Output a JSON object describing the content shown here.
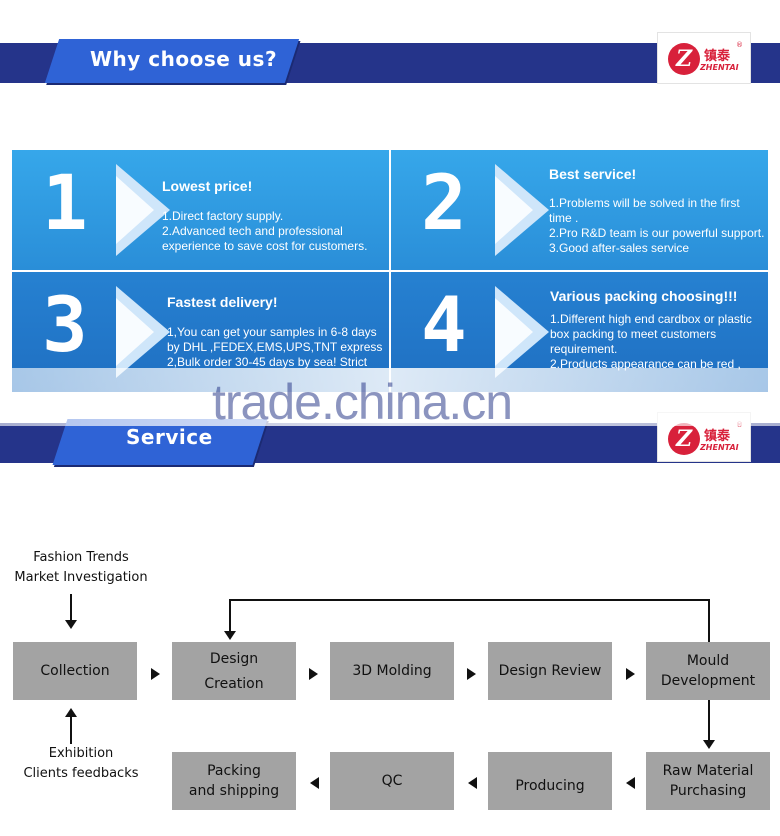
{
  "brand": {
    "logo_letter": "Z",
    "logo_cn": "镇泰",
    "logo_en": "ZHENTAI",
    "reg_mark": "®"
  },
  "section1": {
    "title": "Why choose us?"
  },
  "cards": [
    {
      "number": "1",
      "title": "Lowest  price!",
      "lines": [
        "1.Direct factory supply.",
        "2.Advanced tech and professional",
        "experience to save cost for customers."
      ]
    },
    {
      "number": "2",
      "title": "Best service!",
      "lines": [
        "1.Problems will be solved  in the first",
        "time .",
        "2.Pro R&D team is our powerful support.",
        "3.Good after-sales service"
      ]
    },
    {
      "number": "3",
      "title": "Fastest delivery!",
      "lines": [
        "1,You can get your samples in 6-8 days",
        "by DHL ,FEDEX,EMS,UPS,TNT express",
        "2,Bulk order 30-45 days by sea! Strict"
      ]
    },
    {
      "number": "4",
      "title": "Various packing choosing!!!",
      "lines": [
        "1.Different high end cardbox or plastic",
        "box packing to meet customers",
        "requirement.",
        "2.Products appearance can be red ,"
      ]
    }
  ],
  "watermark": "trade.china.cn",
  "section2": {
    "title": "Service"
  },
  "notes": {
    "top": [
      "Fashion Trends",
      "Market Investigation"
    ],
    "bottom": [
      "Exhibition",
      "Clients feedbacks"
    ]
  },
  "flow": {
    "row1": [
      [
        "Collection"
      ],
      [
        "Design",
        "Creation"
      ],
      [
        "3D Molding"
      ],
      [
        "Design Review"
      ],
      [
        "Mould",
        "Development"
      ]
    ],
    "row2": [
      [
        "Packing",
        "and shipping"
      ],
      [
        "QC"
      ],
      [
        "Producing"
      ],
      [
        "Raw Material",
        "Purchasing"
      ]
    ]
  },
  "colors": {
    "banner": "#25348a",
    "tab": "#2f63d6",
    "card": "#2a8ed8",
    "step": "#a3a3a3",
    "logo_red": "#d8213b"
  }
}
